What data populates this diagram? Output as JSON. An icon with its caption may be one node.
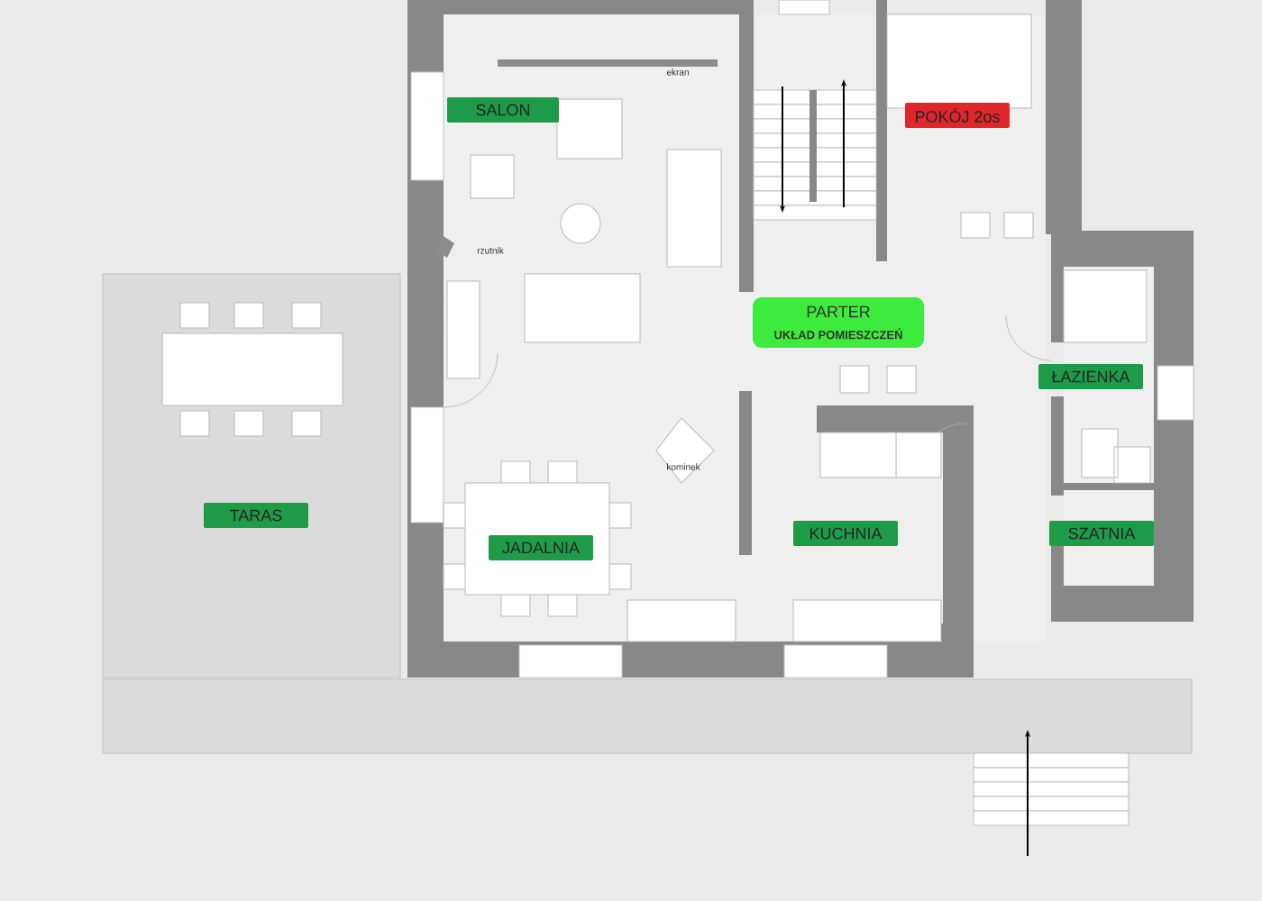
{
  "diagram": {
    "nodes": [
      {
        "text": [
          "SALON"
        ]
      },
      {
        "text": [
          "POKÓJ 2os"
        ]
      },
      {
        "text": [
          "PARTER",
          "UKŁAD POMIESZCZEŃ"
        ]
      },
      {
        "text": [
          "ŁAZIENKA"
        ]
      },
      {
        "text": [
          "TARAS"
        ]
      },
      {
        "text": [
          "KUCHNIA"
        ]
      },
      {
        "text": [
          "SZATNIA"
        ]
      },
      {
        "text": [
          "JADALNIA"
        ]
      }
    ],
    "labels": [
      "ekran",
      "rzutnik",
      "kominek"
    ]
  }
}
